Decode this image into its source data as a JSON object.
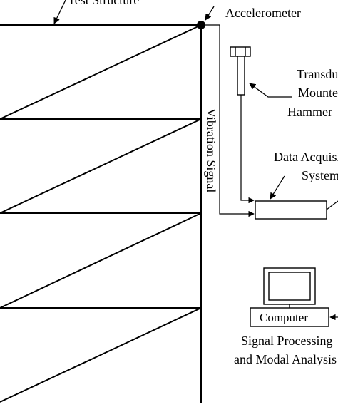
{
  "labels": {
    "test_structure": "Test Structure",
    "accelerometer": "Accelerometer",
    "transducer_line1": "Transducer",
    "transducer_line2": "Mounted",
    "transducer_line3": "Hammer",
    "vibration_signal": "Vibration Signal",
    "daq_line1": "Data Acquisition",
    "daq_line2": "System",
    "computer": "Computer",
    "signal_line1": "Signal Processing",
    "signal_line2": "and Modal Analysis"
  },
  "icons": {
    "hammer": "hammer-icon",
    "monitor": "monitor-icon",
    "accelerometer": "accelerometer-dot-icon"
  },
  "colors": {
    "ink": "#000000",
    "background": "#ffffff"
  }
}
